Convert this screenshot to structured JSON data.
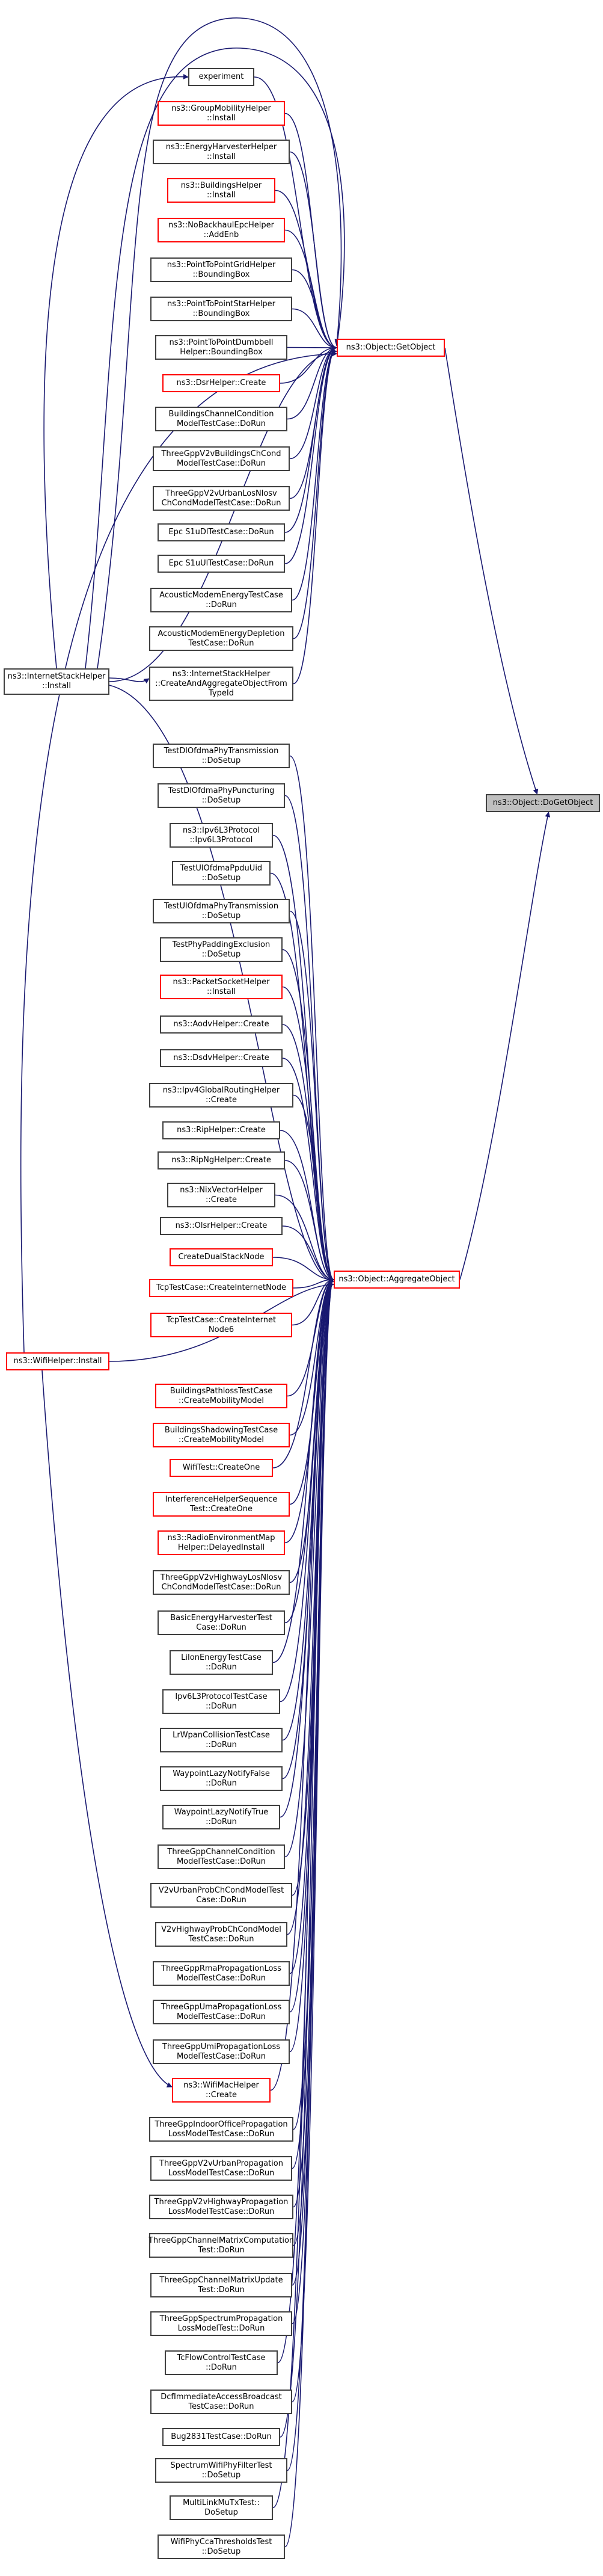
{
  "colors": {
    "edge": "#191970",
    "border": "#404040",
    "red_border": "#ff0000",
    "selected_fill": "#bfbfbf"
  },
  "targets": {
    "get_object": {
      "lines": [
        "ns3::Object::GetObject"
      ]
    },
    "aggregate_object": {
      "lines": [
        "ns3::Object::AggregateObject"
      ]
    },
    "do_get_object": {
      "lines": [
        "ns3::Object::DoGetObject"
      ]
    }
  },
  "middle_nodes": {
    "internet_stack": {
      "lines": [
        "ns3::InternetStackHelper",
        "::Install"
      ]
    },
    "wifi_helper": {
      "lines": [
        "ns3::WifiHelper::Install"
      ]
    }
  },
  "get_object_callers": [
    {
      "lines": [
        "experiment"
      ],
      "red": false
    },
    {
      "lines": [
        "ns3::GroupMobilityHelper",
        "::Install"
      ],
      "red": true
    },
    {
      "lines": [
        "ns3::EnergyHarvesterHelper",
        "::Install"
      ],
      "red": false
    },
    {
      "lines": [
        "ns3::BuildingsHelper",
        "::Install"
      ],
      "red": true
    },
    {
      "lines": [
        "ns3::NoBackhaulEpcHelper",
        "::AddEnb"
      ],
      "red": true
    },
    {
      "lines": [
        "ns3::PointToPointGridHelper",
        "::BoundingBox"
      ],
      "red": false
    },
    {
      "lines": [
        "ns3::PointToPointStarHelper",
        "::BoundingBox"
      ],
      "red": false
    },
    {
      "lines": [
        "ns3::PointToPointDumbbell",
        "Helper::BoundingBox"
      ],
      "red": false
    },
    {
      "lines": [
        "ns3::DsrHelper::Create"
      ],
      "red": true
    },
    {
      "lines": [
        "BuildingsChannelCondition",
        "ModelTestCase::DoRun"
      ],
      "red": false
    },
    {
      "lines": [
        "ThreeGppV2vBuildingsChCond",
        "ModelTestCase::DoRun"
      ],
      "red": false
    },
    {
      "lines": [
        "ThreeGppV2vUrbanLosNlosv",
        "ChCondModelTestCase::DoRun"
      ],
      "red": false
    },
    {
      "lines": [
        "Epc S1uDlTestCase::DoRun"
      ],
      "red": false
    },
    {
      "lines": [
        "Epc S1uUlTestCase::DoRun"
      ],
      "red": false
    },
    {
      "lines": [
        "AcousticModemEnergyTestCase",
        "::DoRun"
      ],
      "red": false
    },
    {
      "lines": [
        "AcousticModemEnergyDepletion",
        "TestCase::DoRun"
      ],
      "red": false
    },
    {
      "lines": [
        "ns3::InternetStackHelper",
        "::CreateAndAggregateObjectFrom",
        "TypeId"
      ],
      "red": false
    }
  ],
  "aggregate_callers": [
    {
      "lines": [
        "TestDlOfdmaPhyTransmission",
        "::DoSetup"
      ],
      "red": false
    },
    {
      "lines": [
        "TestDlOfdmaPhyPuncturing",
        "::DoSetup"
      ],
      "red": false
    },
    {
      "lines": [
        "ns3::Ipv6L3Protocol",
        "::Ipv6L3Protocol"
      ],
      "red": false
    },
    {
      "lines": [
        "TestUlOfdmaPpduUid",
        "::DoSetup"
      ],
      "red": false
    },
    {
      "lines": [
        "TestUlOfdmaPhyTransmission",
        "::DoSetup"
      ],
      "red": false
    },
    {
      "lines": [
        "TestPhyPaddingExclusion",
        "::DoSetup"
      ],
      "red": false
    },
    {
      "lines": [
        "ns3::PacketSocketHelper",
        "::Install"
      ],
      "red": true
    },
    {
      "lines": [
        "ns3::AodvHelper::Create"
      ],
      "red": false
    },
    {
      "lines": [
        "ns3::DsdvHelper::Create"
      ],
      "red": false
    },
    {
      "lines": [
        "ns3::Ipv4GlobalRoutingHelper",
        "::Create"
      ],
      "red": false
    },
    {
      "lines": [
        "ns3::RipHelper::Create"
      ],
      "red": false
    },
    {
      "lines": [
        "ns3::RipNgHelper::Create"
      ],
      "red": false
    },
    {
      "lines": [
        "ns3::NixVectorHelper",
        "::Create"
      ],
      "red": false
    },
    {
      "lines": [
        "ns3::OlsrHelper::Create"
      ],
      "red": false
    },
    {
      "lines": [
        "CreateDualStackNode"
      ],
      "red": true
    },
    {
      "lines": [
        "TcpTestCase::CreateInternetNode"
      ],
      "red": true
    },
    {
      "lines": [
        "TcpTestCase::CreateInternet",
        "Node6"
      ],
      "red": true
    },
    {
      "lines": [
        "BuildingsPathlossTestCase",
        "::CreateMobilityModel"
      ],
      "red": true
    },
    {
      "lines": [
        "BuildingsShadowingTestCase",
        "::CreateMobilityModel"
      ],
      "red": true
    },
    {
      "lines": [
        "WifiTest::CreateOne"
      ],
      "red": true
    },
    {
      "lines": [
        "InterferenceHelperSequence",
        "Test::CreateOne"
      ],
      "red": true
    },
    {
      "lines": [
        "ns3::RadioEnvironmentMap",
        "Helper::DelayedInstall"
      ],
      "red": true
    },
    {
      "lines": [
        "ThreeGppV2vHighwayLosNlosv",
        "ChCondModelTestCase::DoRun"
      ],
      "red": false
    },
    {
      "lines": [
        "BasicEnergyHarvesterTest",
        "Case::DoRun"
      ],
      "red": false
    },
    {
      "lines": [
        "LiIonEnergyTestCase",
        "::DoRun"
      ],
      "red": false
    },
    {
      "lines": [
        "Ipv6L3ProtocolTestCase",
        "::DoRun"
      ],
      "red": false
    },
    {
      "lines": [
        "LrWpanCollisionTestCase",
        "::DoRun"
      ],
      "red": false
    },
    {
      "lines": [
        "WaypointLazyNotifyFalse",
        "::DoRun"
      ],
      "red": false
    },
    {
      "lines": [
        "WaypointLazyNotifyTrue",
        "::DoRun"
      ],
      "red": false
    },
    {
      "lines": [
        "ThreeGppChannelCondition",
        "ModelTestCase::DoRun"
      ],
      "red": false
    },
    {
      "lines": [
        "V2vUrbanProbChCondModelTest",
        "Case::DoRun"
      ],
      "red": false
    },
    {
      "lines": [
        "V2vHighwayProbChCondModel",
        "TestCase::DoRun"
      ],
      "red": false
    },
    {
      "lines": [
        "ThreeGppRmaPropagationLoss",
        "ModelTestCase::DoRun"
      ],
      "red": false
    },
    {
      "lines": [
        "ThreeGppUmaPropagationLoss",
        "ModelTestCase::DoRun"
      ],
      "red": false
    },
    {
      "lines": [
        "ThreeGppUmiPropagationLoss",
        "ModelTestCase::DoRun"
      ],
      "red": false
    },
    {
      "lines": [
        "ns3::WifiMacHelper",
        "::Create"
      ],
      "red": true
    },
    {
      "lines": [
        "ThreeGppIndoorOfficePropagation",
        "LossModelTestCase::DoRun"
      ],
      "red": false
    },
    {
      "lines": [
        "ThreeGppV2vUrbanPropagation",
        "LossModelTestCase::DoRun"
      ],
      "red": false
    },
    {
      "lines": [
        "ThreeGppV2vHighwayPropagation",
        "LossModelTestCase::DoRun"
      ],
      "red": false
    },
    {
      "lines": [
        "ThreeGppChannelMatrixComputation",
        "Test::DoRun"
      ],
      "red": false
    },
    {
      "lines": [
        "ThreeGppChannelMatrixUpdate",
        "Test::DoRun"
      ],
      "red": false
    },
    {
      "lines": [
        "ThreeGppSpectrumPropagation",
        "LossModelTest::DoRun"
      ],
      "red": false
    },
    {
      "lines": [
        "TcFlowControlTestCase",
        "::DoRun"
      ],
      "red": false
    },
    {
      "lines": [
        "DcfImmediateAccessBroadcast",
        "TestCase::DoRun"
      ],
      "red": false
    },
    {
      "lines": [
        "Bug2831TestCase::DoRun"
      ],
      "red": false
    },
    {
      "lines": [
        "SpectrumWifiPhyFilterTest",
        "::DoSetup"
      ],
      "red": false
    },
    {
      "lines": [
        "MultiLinkMuTxTest::",
        "DoSetup"
      ],
      "red": false
    },
    {
      "lines": [
        "WifiPhyCcaThresholdsTest",
        "::DoSetup"
      ],
      "red": false
    }
  ]
}
